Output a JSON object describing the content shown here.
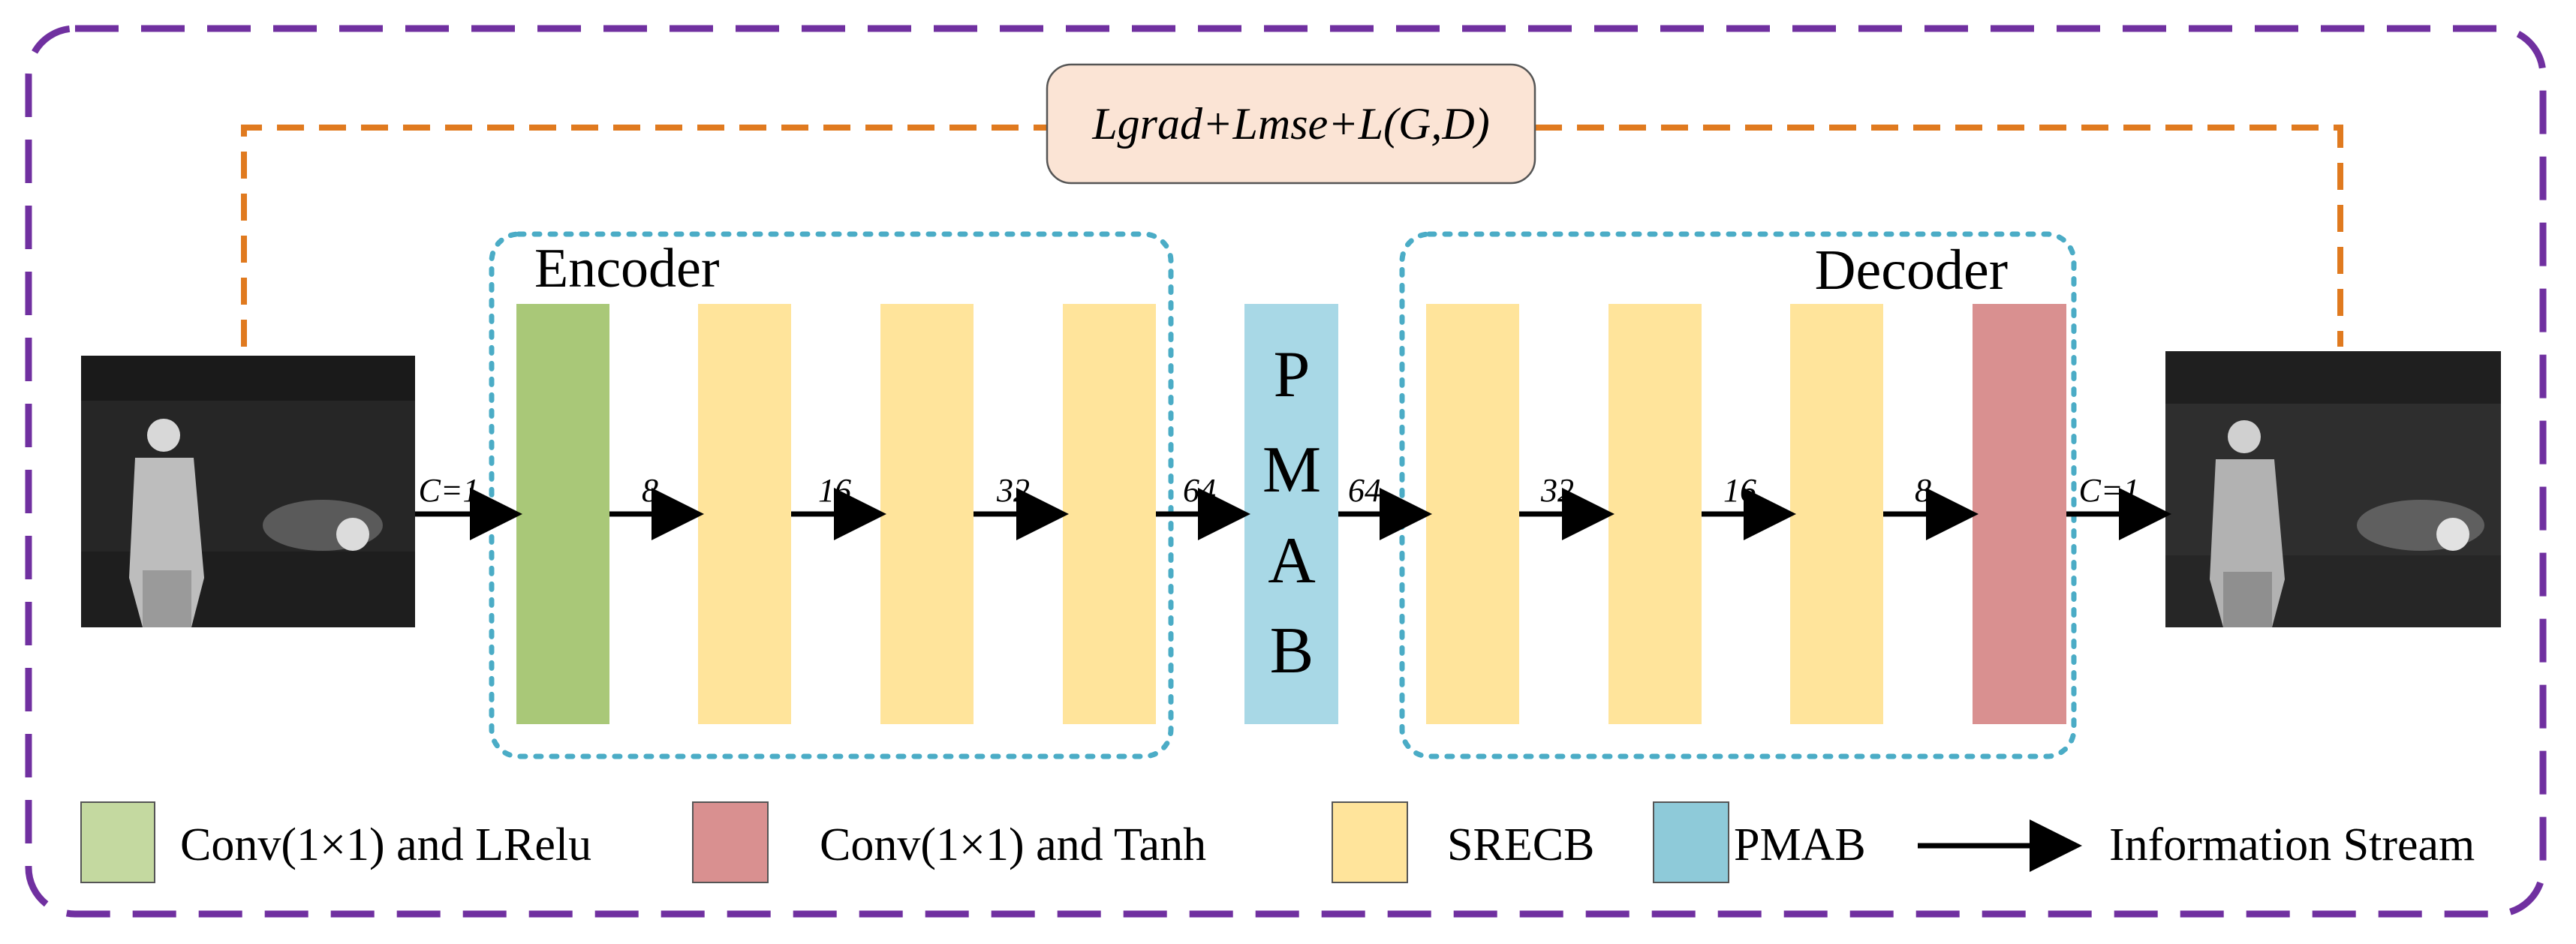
{
  "loss_label": "Lgrad+Lmse+L(G,D)",
  "encoder": {
    "title": "Encoder",
    "channel_labels": [
      "C=1",
      "8",
      "16",
      "32",
      "64"
    ]
  },
  "bottleneck": {
    "letters": [
      "P",
      "M",
      "A",
      "B"
    ]
  },
  "decoder": {
    "title": "Decoder",
    "channel_labels": [
      "64",
      "32",
      "16",
      "8",
      "C=1"
    ]
  },
  "legend": [
    {
      "label": "Conv(1×1) and LRelu",
      "color": "#c4d9a0"
    },
    {
      "label": "Conv(1×1) and Tanh",
      "color": "#d99090"
    },
    {
      "label": "SRECB",
      "color": "#ffe49b"
    },
    {
      "label": "PMAB",
      "color": "#8ecad9"
    },
    {
      "label": "Information Stream",
      "color": "#000000"
    }
  ],
  "colors": {
    "outer_border": "#7030a0",
    "loss_line": "#e07a1f",
    "loss_box_fill": "#fbe4d5",
    "dotted_group": "#4bacc6",
    "conv_lrelu": "#a9c878",
    "srecb": "#ffe49b",
    "pmab": "#a8d8e6",
    "conv_tanh": "#d99090",
    "arrow": "#000000"
  }
}
